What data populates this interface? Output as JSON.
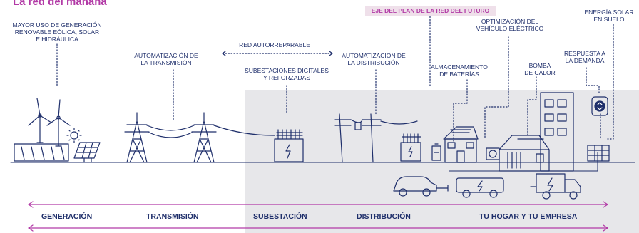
{
  "title": "La red del mañana",
  "banner": "EJE DEL PLAN DE LA RED DEL FUTURO",
  "labels": {
    "generation_top": "MAYOR USO DE GENERACIÓN\nRENOVABLE EÓLICA, SOLAR\nE HIDRÁULICA",
    "transmission_auto": "AUTOMATIZACIÓN DE\nLA TRANSMISIÓN",
    "self_healing": "RED AUTORREPARABLE",
    "substations": "SUBESTACIONES DIGITALES\nY REFORZADAS",
    "distribution_auto": "AUTOMATIZACIÓN DE\nLA DISTRIBUCIÓN",
    "battery_storage": "ALMACENAMIENTO\nDE BATERÍAS",
    "ev_optimization": "OPTIMIZACIÓN DEL\nVEHÍCULO ELÉCTRICO",
    "heat_pump": "BOMBA\nDE CALOR",
    "demand_response": "RESPUESTA A\nLA DEMANDA",
    "solar_ground": "ENERGÍA SOLAR\nEN SUELO"
  },
  "categories": [
    "GENERACIÓN",
    "TRANSMISIÓN",
    "SUBESTACIÓN",
    "DISTRIBUCIÓN",
    "TU HOGAR Y TU EMPRESA"
  ],
  "colors": {
    "navy": "#1f2f6b",
    "magenta": "#b23aa6",
    "gray_bg": "#e7e7ea",
    "banner_bg": "#efe0ea"
  }
}
